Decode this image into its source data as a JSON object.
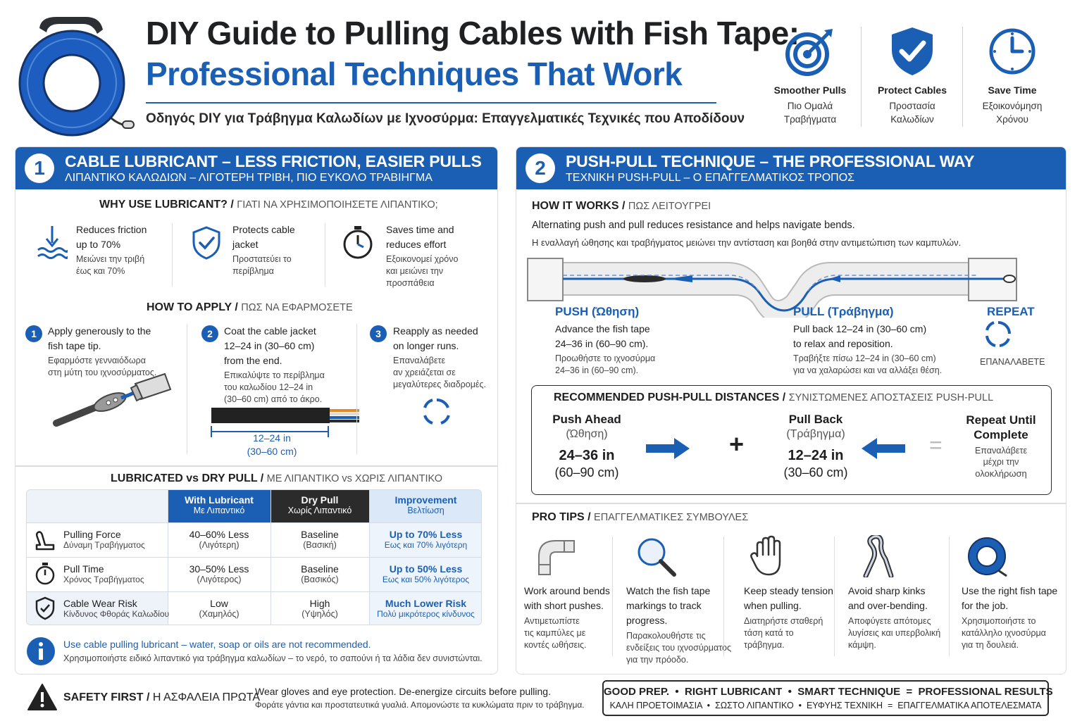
{
  "header": {
    "title_line1": "DIY Guide to Pulling Cables with Fish Tape:",
    "title_line2": "Professional Techniques That Work",
    "subtitle_greek": "Οδηγός DIY για Τράβηγμα Καλωδίων με Ιχνοσύρμα: Επαγγελματικές Τεχνικές που Αποδίδουν",
    "benefits": [
      {
        "icon": "target-icon",
        "en": "Smoother Pulls",
        "gr1": "Πιο Ομαλά",
        "gr2": "Τραβήγματα"
      },
      {
        "icon": "shield-check-icon",
        "en": "Protect Cables",
        "gr1": "Προστασία",
        "gr2": "Καλωδίων"
      },
      {
        "icon": "clock-icon",
        "en": "Save Time",
        "gr1": "Εξοικονόμηση",
        "gr2": "Χρόνου"
      }
    ]
  },
  "section1": {
    "number": "1",
    "title": "CABLE LUBRICANT – LESS FRICTION, EASIER PULLS",
    "subtitle": "ΛΙΠΑΝΤΙΚΟ ΚΑΛΩΔΙΩΝ – ΛΙΓΟΤΕΡΗ ΤΡΙΒΗ, ΠΙΟ ΕΥΚΟΛΟ ΤΡΑΒΙΗΓΜΑ",
    "why_heading": "WHY USE LUBRICANT?",
    "why_heading_gr": "ΓΙΑΤΙ ΝΑ ΧΡΗΣΙΜΟΠΟΙΗΣΕΤΕ ΛΙΠΑΝΤΙΚΟ;",
    "why": [
      {
        "icon": "friction-arrow-icon",
        "en1": "Reduces friction",
        "en2": "up to 70%",
        "gr1": "Μειώνει την τριβή",
        "gr2": "έως και 70%"
      },
      {
        "icon": "shield-check-icon",
        "en1": "Protects cable",
        "en2": "jacket",
        "gr1": "Προστατεύει το",
        "gr2": "περίβλημα"
      },
      {
        "icon": "stopwatch-icon",
        "en1": "Saves time and",
        "en2": "reduces effort",
        "gr1": "Εξοικονομεί χρόνο",
        "gr2": "και μειώνει την",
        "gr3": "προσπάθεια"
      }
    ],
    "apply_heading": "HOW TO APPLY",
    "apply_heading_gr": "ΠΩΣ ΝΑ ΕΦΑΡΜΟΣΕΤΕ",
    "steps": [
      {
        "num": "1",
        "en1": "Apply generously to the",
        "en2": "fish tape tip.",
        "gr1": "Εφαρμόστε γενναιόδωρα",
        "gr2": "στη μύτη του ιχνοσύρματος."
      },
      {
        "num": "2",
        "en1": "Coat the cable jacket",
        "en2": "12–24 in (30–60 cm)",
        "en3": "from the end.",
        "gr1": "Επικαλύψτε το περίβλημα",
        "gr2": "του καλωδίου 12–24 in",
        "gr3": "(30–60 cm) από το άκρο.",
        "dim1": "12–24 in",
        "dim2": "(30–60 cm)"
      },
      {
        "num": "3",
        "en1": "Reapply as needed",
        "en2": "on longer runs.",
        "gr1": "Επαναλάβετε",
        "gr2": "αν χρειάζεται σε",
        "gr3": "μεγαλύτερες διαδρομές."
      }
    ],
    "compare_heading": "LUBRICATED vs DRY PULL",
    "compare_heading_gr": "ΜΕ ΛΙΠΑΝΤΙΚΟ vs ΧΩΡΙΣ ΛΙΠΑΝΤΙΚΟ",
    "table": {
      "headers": [
        {
          "en": "With Lubricant",
          "gr": "Με Λιπαντικό"
        },
        {
          "en": "Dry Pull",
          "gr": "Χωρίς Λιπαντικό"
        },
        {
          "en": "Improvement",
          "gr": "Βελτίωση"
        }
      ],
      "rows": [
        {
          "icon": "pulling-force-icon",
          "label": "Pulling Force",
          "label_gr": "Δύναμη Τραβήγματος",
          "lub": "40–60% Less",
          "lub_gr": "(Λιγότερη)",
          "dry": "Baseline",
          "dry_gr": "(Βασική)",
          "imp": "Up to 70% Less",
          "imp_gr": "Εως και 70% λιγότερη"
        },
        {
          "icon": "stopwatch-icon",
          "label": "Pull Time",
          "label_gr": "Χρόνος Τραβήγματος",
          "lub": "30–50% Less",
          "lub_gr": "(Λιγότερος)",
          "dry": "Baseline",
          "dry_gr": "(Βασικός)",
          "imp": "Up to 50% Less",
          "imp_gr": "Εως και 50% λιγότερος"
        },
        {
          "icon": "shield-check-icon",
          "label": "Cable Wear Risk",
          "label_gr": "Κίνδυνος Φθοράς Καλωδίου",
          "lub": "Low",
          "lub_gr": "(Χαμηλός)",
          "dry": "High",
          "dry_gr": "(Υψηλός)",
          "imp": "Much Lower Risk",
          "imp_gr": "Πολύ μικρότερος κίνδυνος"
        }
      ]
    },
    "note_en": "Use cable pulling lubricant – water, soap or oils are not recommended.",
    "note_gr": "Χρησιμοποιήστε ειδικό λιπαντικό για τράβηγμα καλωδίων – το νερό, το σαπούνι ή τα λάδια δεν συνιστώνται."
  },
  "section2": {
    "number": "2",
    "title": "PUSH-PULL TECHNIQUE – THE PROFESSIONAL WAY",
    "subtitle": "ΤΕΧΝΙΚΗ PUSH-PULL – Ο ΕΠΑΓΓΕΛΜΑΤΙΚΟΣ ΤΡΟΠΟΣ",
    "how_heading": "HOW IT WORKS",
    "how_heading_gr": "ΠΩΣ ΛΕΙΤΟΥΓΡΕΙ",
    "how_en": "Alternating push and pull reduces resistance and helps navigate bends.",
    "how_gr": "Η εναλλαγή ώθησης και τραβήγματος μειώνει την αντίσταση και βοηθά στην αντιμετώπιση των καμπυλών.",
    "push": {
      "title": "PUSH (Ώθηση)",
      "en1": "Advance the fish tape",
      "en2": "24–36 in (60–90 cm).",
      "gr1": "Προωθήστε το ιχνοσύρμα",
      "gr2": "24–36 in (60–90 cm)."
    },
    "pull": {
      "title": "PULL (Τράβηγμα)",
      "en1": "Pull back 12–24 in (30–60 cm)",
      "en2": "to relax and reposition.",
      "gr1": "Τραβήξτε πίσω 12–24 in (30–60 cm)",
      "gr2": "για να χαλαρώσει και να αλλάξει θέση."
    },
    "repeat": {
      "title": "REPEAT",
      "gr": "ΕΠΑΝΑΛΑΒΕΤΕ"
    },
    "distances_heading": "RECOMMENDED PUSH-PULL DISTANCES",
    "distances_heading_gr": "ΣΥΝΙΣΤΩΜΕΝΕΣ ΑΠΟΣΤΑΣΕΙΣ PUSH-PULL",
    "distances": {
      "push_label": "Push Ahead",
      "push_gr": "(Ώθηση)",
      "push_val": "24–36 in",
      "push_val2": "(60–90 cm)",
      "plus": "+",
      "pull_label": "Pull Back",
      "pull_gr": "(Τράβηγμα)",
      "pull_val": "12–24 in",
      "pull_val2": "(30–60 cm)",
      "equals": "=",
      "repeat_label1": "Repeat Until",
      "repeat_label2": "Complete",
      "repeat_gr1": "Επαναλάβετε",
      "repeat_gr2": "μέχρι την",
      "repeat_gr3": "ολοκλήρωση"
    },
    "tips_heading": "PRO TIPS",
    "tips_heading_gr": "ΕΠΑΓΓΕΛΜΑΤΙΚΕΣ ΣΥΜΒΟΥΛΕΣ",
    "tips": [
      {
        "icon": "conduit-bend-icon",
        "en1": "Work around bends",
        "en2": "with short pushes.",
        "gr1": "Αντιμετωπίστε",
        "gr2": "τις καμπύλες με",
        "gr3": "κοντές ωθήσεις."
      },
      {
        "icon": "magnifier-icon",
        "en1": "Watch the fish tape",
        "en2": "markings to track",
        "en3": "progress.",
        "gr1": "Παρακολουθήστε τις",
        "gr2": "ενδείξεις του ιχνοσύρματος",
        "gr3": "για την πρόοδο."
      },
      {
        "icon": "hand-icon",
        "en1": "Keep steady tension",
        "en2": "when pulling.",
        "gr1": "Διατηρήστε σταθερή",
        "gr2": "τάση κατά το",
        "gr3": "τράβηγμα."
      },
      {
        "icon": "kink-icon",
        "en1": "Avoid sharp kinks",
        "en2": "and over-bending.",
        "gr1": "Αποφύγετε απότομες",
        "gr2": "λυγίσεις και υπερβολική",
        "gr3": "κάμψη."
      },
      {
        "icon": "fish-tape-reel-icon",
        "en1": "Use the right fish tape",
        "en2": "for the job.",
        "gr1": "Χρησιμοποιήστε το",
        "gr2": "κατάλληλο ιχνοσύρμα",
        "gr3": "για τη δουλειά."
      }
    ]
  },
  "footer": {
    "safety_title": "SAFETY FIRST",
    "safety_title_gr": "Η ΑΣΦΑΛΕΙΑ ΠΡΩΤΑ",
    "safety_en": "Wear gloves and eye protection. De-energize circuits before pulling.",
    "safety_gr": "Φοράτε γάντια και προστατευτικά γυαλιά. Απομονώστε τα κυκλώματα πριν το τράβηγμα.",
    "slogan_en": "GOOD PREP.  •  RIGHT LUBRICANT  •  SMART TECHNIQUE  =  PROFESSIONAL RESULTS",
    "slogan_gr": "ΚΑΛΗ ΠΡΟΕΤΟΙΜΑΣΙΑ  •  ΣΩΣΤΟ ΛΙΠΑΝΤΙΚΟ  •  ΕΥΦΥΗΣ ΤΕΧΝΙΚΗ  =  ΕΠΑΓΓΕΛΜΑΤΙΚΑ ΑΠΟΤΕΛΕΣΜΑΤΑ"
  },
  "colors": {
    "primary": "#1a5fb4",
    "dark": "#15336b",
    "header_dark": "#2b2b2b"
  }
}
